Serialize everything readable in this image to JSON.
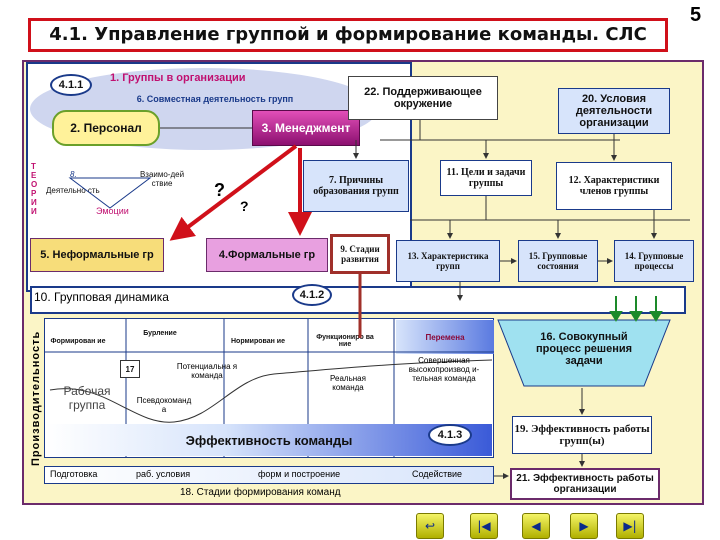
{
  "title": "4.1. Управление группой и формирование команды. СЛС",
  "page_number": "5",
  "labels": {
    "tag_411": "4.1.1",
    "groups_in_org": "1. Группы в организации",
    "joint_activity": "6. Совместная деятельность групп",
    "personnel": "2. Персонал",
    "management": "3. Менеджмент",
    "support_env": "22. Поддерживающее окружение",
    "conditions": "20. Условия деятельности организации",
    "theories_vert": "Т Е О Р И И",
    "theory_8": "8.",
    "activity": "Деятельно сть",
    "interaction": "Взаимо-дей ствие",
    "emotions": "Эмоции",
    "q1": "?",
    "q2": "?",
    "causes": "7. Причины образования групп",
    "goals": "11. Цели и задачи группы",
    "member_traits": "12. Характеристики членов группы",
    "informal": "5. Неформальные гр",
    "formal": "4.Формальные гр",
    "stages": "9. Стадии развития",
    "group_traits": "13. Характеристика групп",
    "group_states": "15. Групповые состояния",
    "group_processes": "14. Групповые процессы",
    "dynamics": "10.  Групповая динамика",
    "tag_412": "4.1.2",
    "productivity": "Производительность",
    "stage_forming": "Формирован ие",
    "stage_storming": "Бурление",
    "stage_norming": "Нормирован ие",
    "stage_performing": "Функциониро ва ние",
    "stage_change": "Перемена",
    "num17": "17",
    "working_group": "Рабочая группа",
    "pseudo_team": "Псевдоко­манд а",
    "potential_team": "Потенциальна я команда",
    "real_team": "Реальная команда",
    "high_perf_team": "Совершенная высокопроизвод и-тельная команда",
    "team_eff": "Эффективность команды",
    "tag_413": "4.1.3",
    "collective": "16. Совокупный процесс решения задачи",
    "group_eff": "19. Эффективность работы групп(ы)",
    "org_eff": "21. Эффективность работы организации",
    "prep": "Подготовка",
    "work_cond": "раб. условия",
    "form_build": "форм и построение",
    "assist": "Содействие",
    "stages_18": "18.  Стадии формирования команд"
  },
  "colors": {
    "title_border": "#d0101a",
    "frame_purple": "#6b2b6b",
    "frame_blue": "#1a3a8a",
    "yellow_bg": "#fbf5c6",
    "personnel_fill": "#fff29a",
    "management_fill": "#c11c8c",
    "informal_fill": "#f7dd7a",
    "formal_fill": "#e8a0e0",
    "blue_box": "#d7e4fb",
    "collective_fill": "#9fe1f0",
    "red_arrow": "#d0101a"
  },
  "nav": [
    "return-icon",
    "first-icon",
    "prev-icon",
    "next-icon",
    "last-icon"
  ]
}
